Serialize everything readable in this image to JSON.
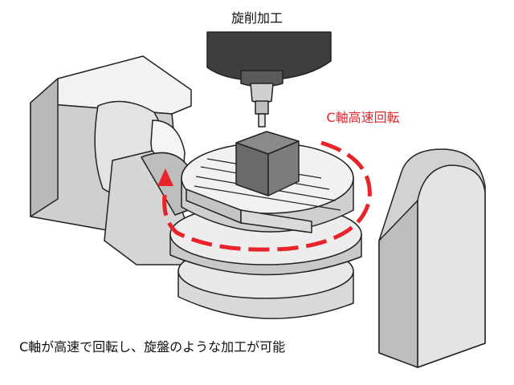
{
  "diagram": {
    "title": "旋削加工",
    "callout_label": "C軸高速回転",
    "caption": "C軸が高速で回転し、旋盤のような加工が可能",
    "colors": {
      "callout": "#e8232a",
      "metal_light": "#ececec",
      "metal_mid": "#cfcfcf",
      "metal_dark": "#a7a7a7",
      "spindle": "#3d3d3d",
      "workpiece": "#6c6c6c",
      "outline": "#222222"
    },
    "icons": [
      "rotation-arrow-icon"
    ]
  }
}
